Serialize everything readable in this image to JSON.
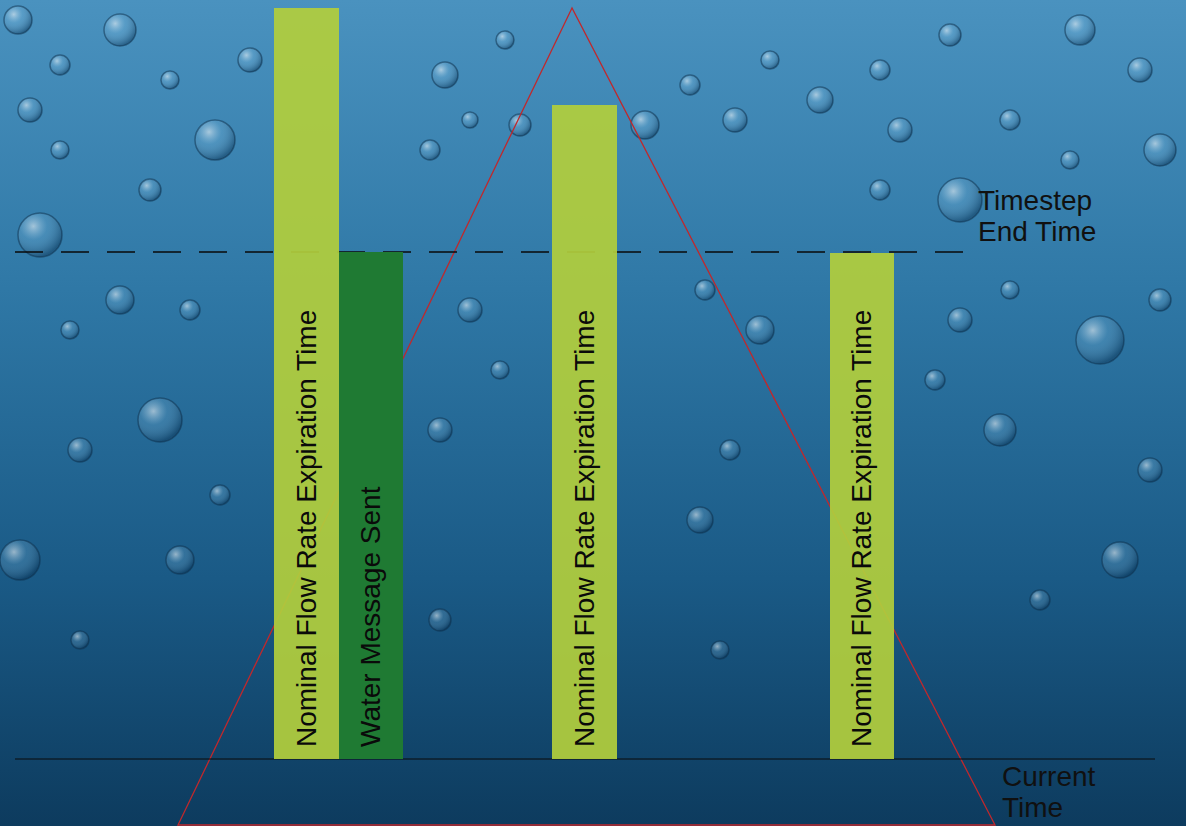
{
  "diagram": {
    "nodes": [
      {
        "text": [
          "Nominal Flow Rate Expiration Time"
        ]
      },
      {
        "text": [
          "Water Message Sent"
        ]
      },
      {
        "text": [
          "Nominal Flow Rate Expiration Time"
        ]
      },
      {
        "text": [
          "Nominal Flow Rate Expiration Time"
        ]
      }
    ],
    "labels": [
      "Timestep End Time",
      "Current Time"
    ]
  }
}
